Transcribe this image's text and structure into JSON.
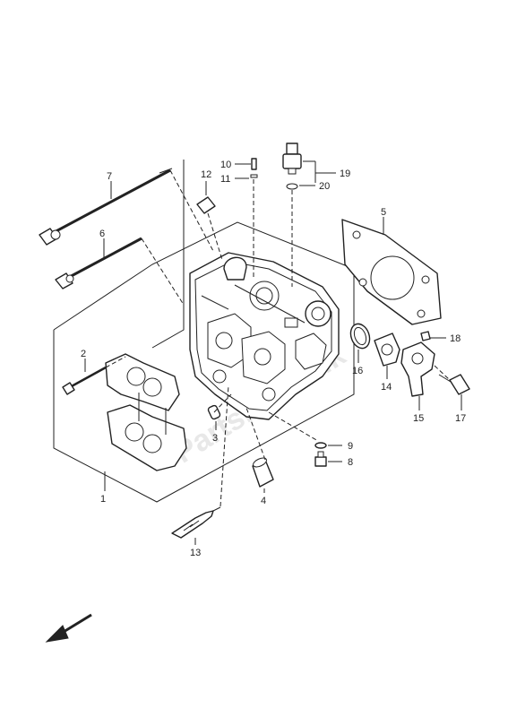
{
  "diagram": {
    "watermark": "Partsrepublik",
    "parts": [
      {
        "id": "1",
        "label": "1"
      },
      {
        "id": "2",
        "label": "2"
      },
      {
        "id": "3",
        "label": "3"
      },
      {
        "id": "4",
        "label": "4"
      },
      {
        "id": "5",
        "label": "5"
      },
      {
        "id": "6",
        "label": "6"
      },
      {
        "id": "7",
        "label": "7"
      },
      {
        "id": "8",
        "label": "8"
      },
      {
        "id": "9",
        "label": "9"
      },
      {
        "id": "10",
        "label": "10"
      },
      {
        "id": "11",
        "label": "11"
      },
      {
        "id": "12",
        "label": "12"
      },
      {
        "id": "13",
        "label": "13"
      },
      {
        "id": "14",
        "label": "14"
      },
      {
        "id": "15",
        "label": "15"
      },
      {
        "id": "16",
        "label": "16"
      },
      {
        "id": "17",
        "label": "17"
      },
      {
        "id": "18",
        "label": "18"
      },
      {
        "id": "19",
        "label": "19"
      },
      {
        "id": "20",
        "label": "20"
      }
    ],
    "direction_arrow": "front-direction-arrow-icon"
  }
}
